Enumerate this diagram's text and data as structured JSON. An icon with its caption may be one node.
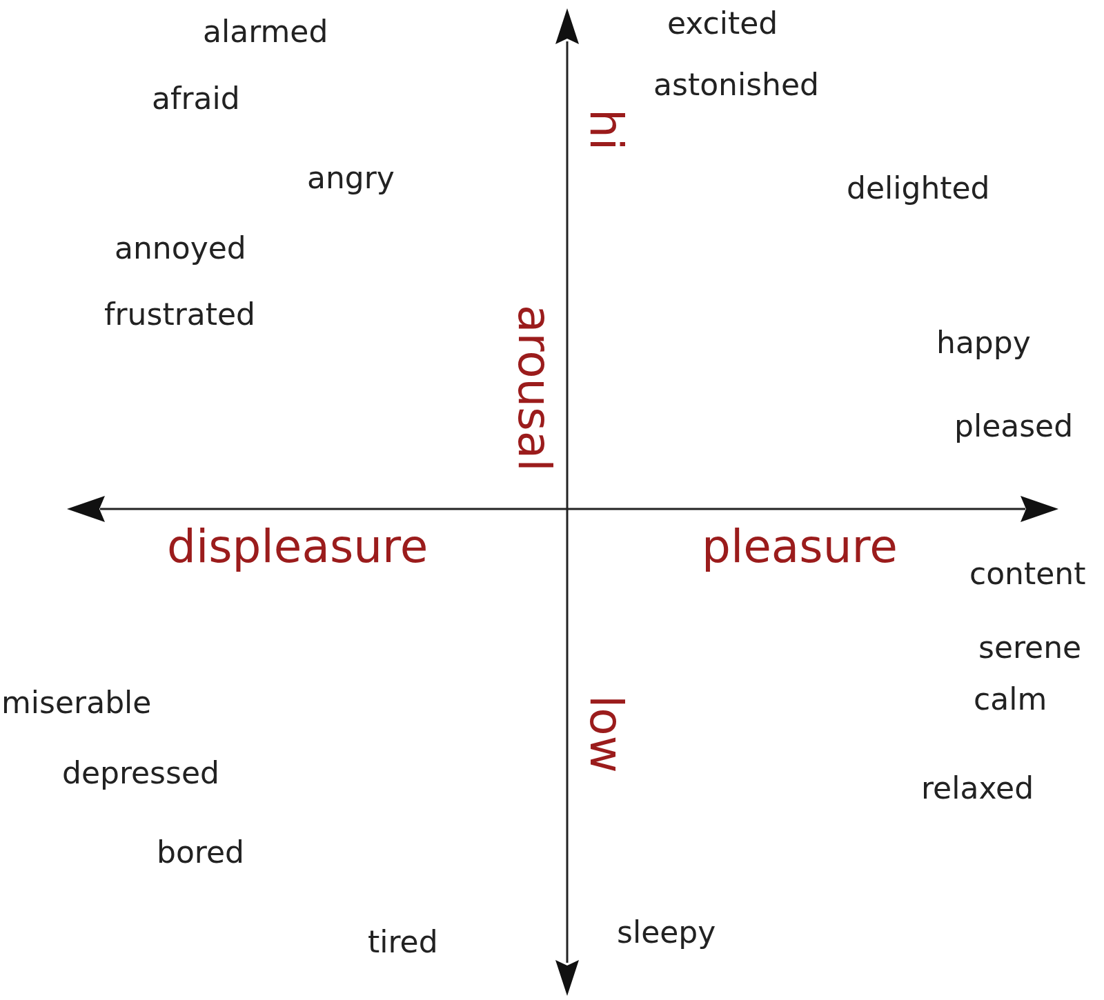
{
  "diagram": {
    "labels": [
      "alarmed",
      "excited",
      "afraid",
      "astonished",
      "hi",
      "angry",
      "delighted",
      "annoyed",
      "frustrated",
      "arousal",
      "happy",
      "pleased",
      "displeasure",
      "pleasure",
      "content",
      "serene",
      "calm",
      "miserable",
      "low",
      "depressed",
      "relaxed",
      "bored",
      "sleepy",
      "tired"
    ]
  }
}
